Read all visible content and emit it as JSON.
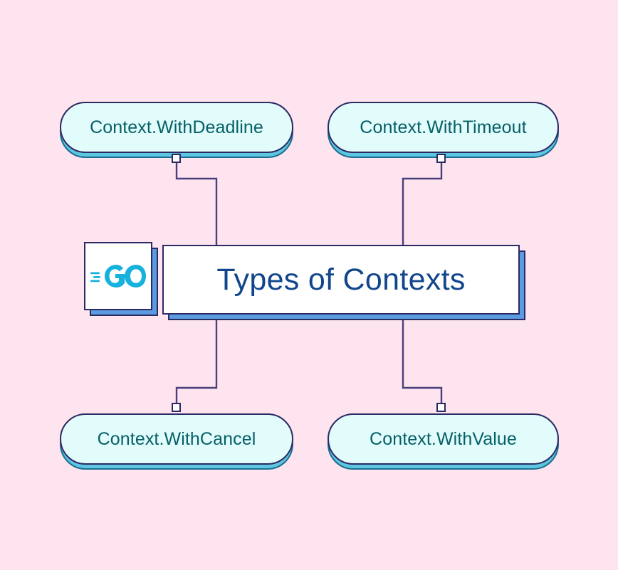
{
  "diagram": {
    "type": "mind-map",
    "title": "Types of Contexts",
    "background_color": "#fde4ef",
    "center": {
      "label": "Types of Contexts",
      "text_color": "#11468c",
      "fill": "#ffffff",
      "border_color": "#2c2a63",
      "shadow_color": "#5b9be0"
    },
    "logo": {
      "name": "go-logo",
      "text": "GO",
      "color": "#16b1dd",
      "fill": "#ffffff"
    },
    "branches": [
      {
        "id": "with-deadline",
        "label": "Context.WithDeadline",
        "position": "top-left",
        "fill": "#e2fbfb",
        "text_color": "#056067",
        "border_color": "#2c2a63",
        "shadow_color": "#5ec6e0"
      },
      {
        "id": "with-timeout",
        "label": "Context.WithTimeout",
        "position": "top-right",
        "fill": "#e2fbfb",
        "text_color": "#056067",
        "border_color": "#2c2a63",
        "shadow_color": "#5ec6e0"
      },
      {
        "id": "with-cancel",
        "label": "Context.WithCancel",
        "position": "bottom-left",
        "fill": "#e2fbfb",
        "text_color": "#056067",
        "border_color": "#2c2a63",
        "shadow_color": "#5ec6e0"
      },
      {
        "id": "with-value",
        "label": "Context.WithValue",
        "position": "bottom-right",
        "fill": "#e2fbfb",
        "text_color": "#056067",
        "border_color": "#2c2a63",
        "shadow_color": "#5ec6e0"
      }
    ],
    "connector_color": "#4b3f7a",
    "junction_count": 4
  }
}
